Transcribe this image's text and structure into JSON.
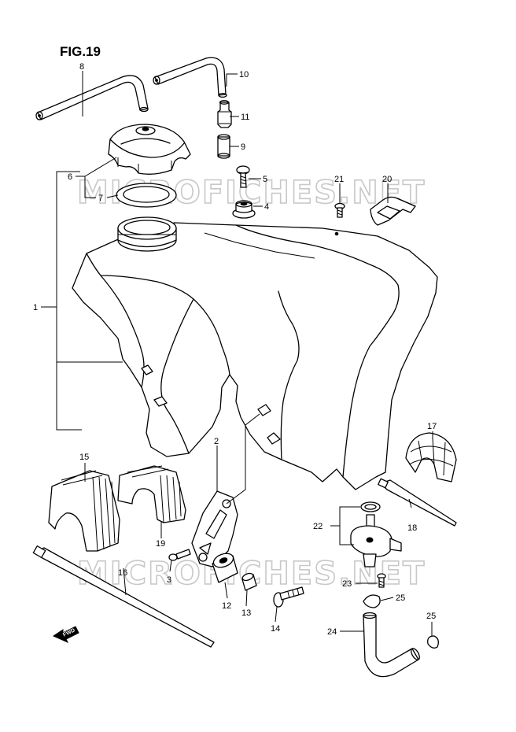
{
  "figure": {
    "title": "FIG.19"
  },
  "watermark": "MICROFICHES.NET",
  "direction_badge": "FWD",
  "callouts": [
    {
      "id": "c1",
      "text": "1"
    },
    {
      "id": "c2",
      "text": "2"
    },
    {
      "id": "c3",
      "text": "3"
    },
    {
      "id": "c4",
      "text": "4"
    },
    {
      "id": "c5",
      "text": "5"
    },
    {
      "id": "c6",
      "text": "6"
    },
    {
      "id": "c7",
      "text": "7"
    },
    {
      "id": "c8",
      "text": "8"
    },
    {
      "id": "c9",
      "text": "9"
    },
    {
      "id": "c10",
      "text": "10"
    },
    {
      "id": "c11",
      "text": "11"
    },
    {
      "id": "c12",
      "text": "12"
    },
    {
      "id": "c13",
      "text": "13"
    },
    {
      "id": "c14",
      "text": "14"
    },
    {
      "id": "c15",
      "text": "15"
    },
    {
      "id": "c16",
      "text": "16"
    },
    {
      "id": "c17",
      "text": "17"
    },
    {
      "id": "c18",
      "text": "18"
    },
    {
      "id": "c19",
      "text": "19"
    },
    {
      "id": "c20",
      "text": "20"
    },
    {
      "id": "c21",
      "text": "21"
    },
    {
      "id": "c22",
      "text": "22"
    },
    {
      "id": "c23",
      "text": "23"
    },
    {
      "id": "c24",
      "text": "24"
    },
    {
      "id": "c25a",
      "text": "25"
    },
    {
      "id": "c25b",
      "text": "25"
    }
  ]
}
